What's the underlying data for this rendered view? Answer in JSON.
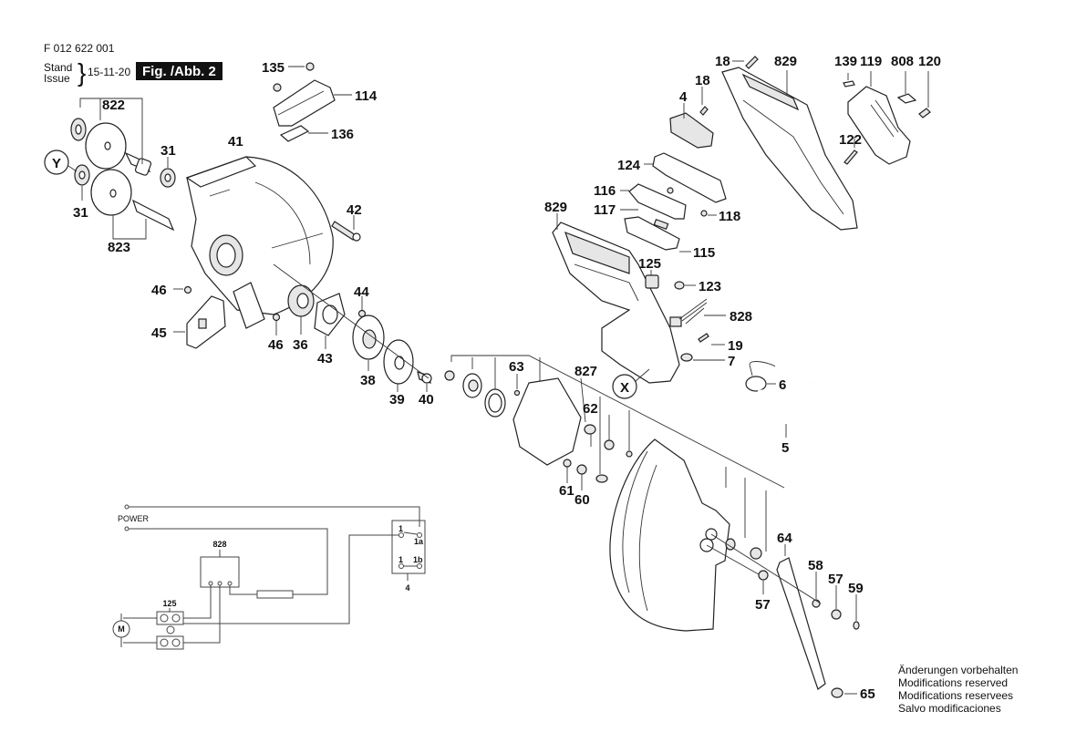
{
  "header": {
    "part_number": "F 012 622 001",
    "stand_label": "Stand",
    "issue_label": "Issue",
    "date": "15-11-20",
    "figure_label": "Fig. /Abb. 2"
  },
  "notes": [
    "Änderungen vorbehalten",
    "Modifications reserved",
    "Modifications reservees",
    "Salvo modificaciones"
  ],
  "callouts": {
    "y": "Y",
    "x": "X"
  },
  "part_labels": {
    "p822": "822",
    "p823": "823",
    "p31a": "31",
    "p31b": "31",
    "p41": "41",
    "p42": "42",
    "p135": "135",
    "p114": "114",
    "p136": "136",
    "p46a": "46",
    "p46b": "46",
    "p45": "45",
    "p44": "44",
    "p36": "36",
    "p43": "43",
    "p38": "38",
    "p39": "39",
    "p40": "40",
    "p63": "63",
    "p827": "827",
    "p62": "62",
    "p61": "61",
    "p60": "60",
    "p18a": "18",
    "p18b": "18",
    "p829a": "829",
    "p829b": "829",
    "p139": "139",
    "p119": "119",
    "p808": "808",
    "p120": "120",
    "p4": "4",
    "p122": "122",
    "p124": "124",
    "p116": "116",
    "p117": "117",
    "p118": "118",
    "p115": "115",
    "p125": "125",
    "p123": "123",
    "p828": "828",
    "p19": "19",
    "p7": "7",
    "p6": "6",
    "p5": "5",
    "p64": "64",
    "p58": "58",
    "p57a": "57",
    "p57b": "57",
    "p59": "59",
    "p65": "65"
  },
  "schematic": {
    "power_label": "POWER",
    "module_label": "828",
    "brush_label": "125",
    "switch_label": "4",
    "motor_label": "M",
    "contact_1_top": "1",
    "contact_1a": "1a",
    "contact_1_bottom": "1",
    "contact_1b": "1b"
  }
}
